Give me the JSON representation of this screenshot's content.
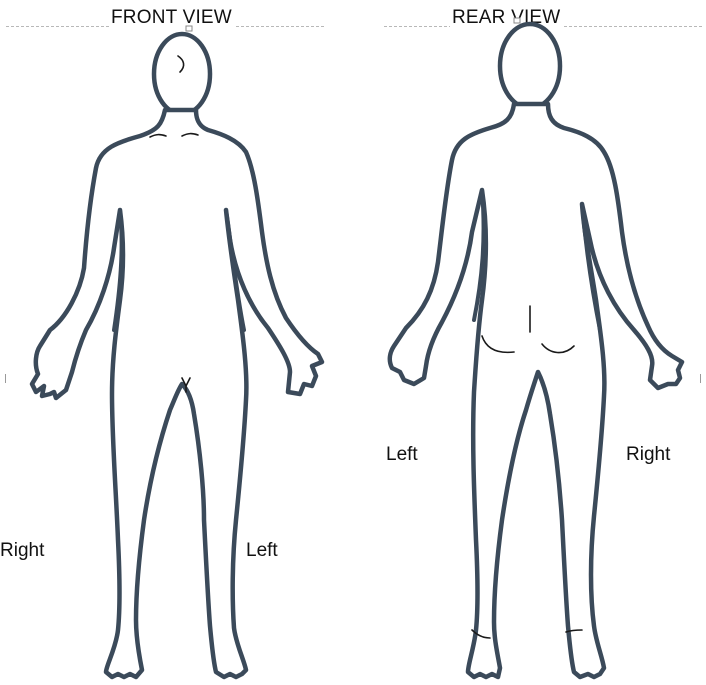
{
  "front": {
    "title": "FRONT VIEW",
    "label_left_side": "Right",
    "label_right_side": "Left"
  },
  "rear": {
    "title": "REAR VIEW",
    "label_left_side": "Left",
    "label_right_side": "Right"
  },
  "colors": {
    "outline": "#3b4a5a",
    "marks": "#1a1a1a",
    "background": "#ffffff"
  }
}
